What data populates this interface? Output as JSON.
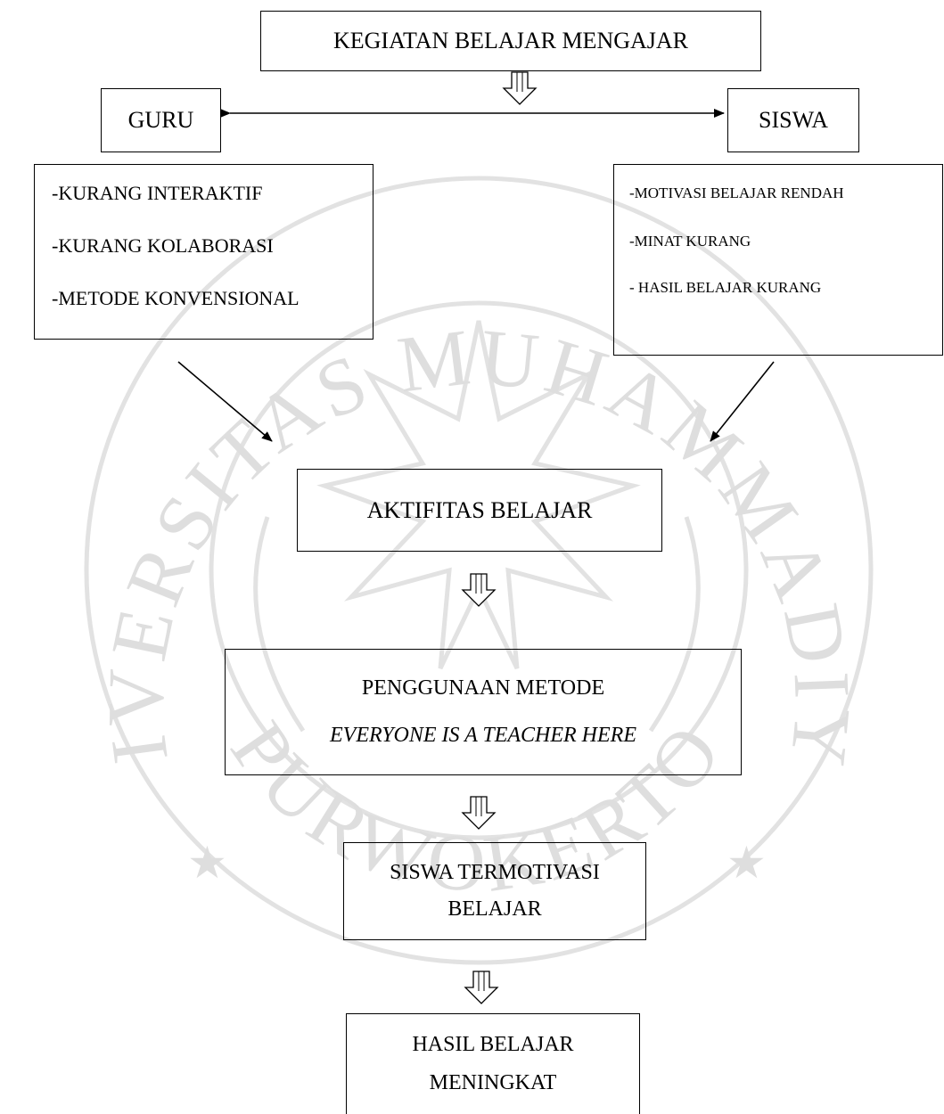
{
  "diagram": {
    "top": {
      "title": "KEGIATAN BELAJAR MENGAJAR"
    },
    "guru": {
      "label": "GURU",
      "problems": [
        "-KURANG INTERAKTIF",
        "-KURANG KOLABORASI",
        "-METODE KONVENSIONAL"
      ]
    },
    "siswa": {
      "label": "SISWA",
      "problems": [
        "-MOTIVASI BELAJAR RENDAH",
        "-MINAT KURANG",
        "- HASIL BELAJAR KURANG"
      ]
    },
    "steps": {
      "aktifitas": "AKTIFITAS BELAJAR",
      "metode_line1": "PENGGUNAAN METODE",
      "metode_line2": "EVERYONE IS A TEACHER HERE",
      "motivasi_line1": "SISWA TERMOTIVASI",
      "motivasi_line2": "BELAJAR",
      "hasil_line1": "HASIL BELAJAR",
      "hasil_line2": "MENINGKAT"
    },
    "watermark": {
      "top_text": "UNIVERSITAS MUHAMMADIYAH",
      "bottom_text": "PURWOKERTO",
      "color": "#dcdcdc"
    }
  }
}
